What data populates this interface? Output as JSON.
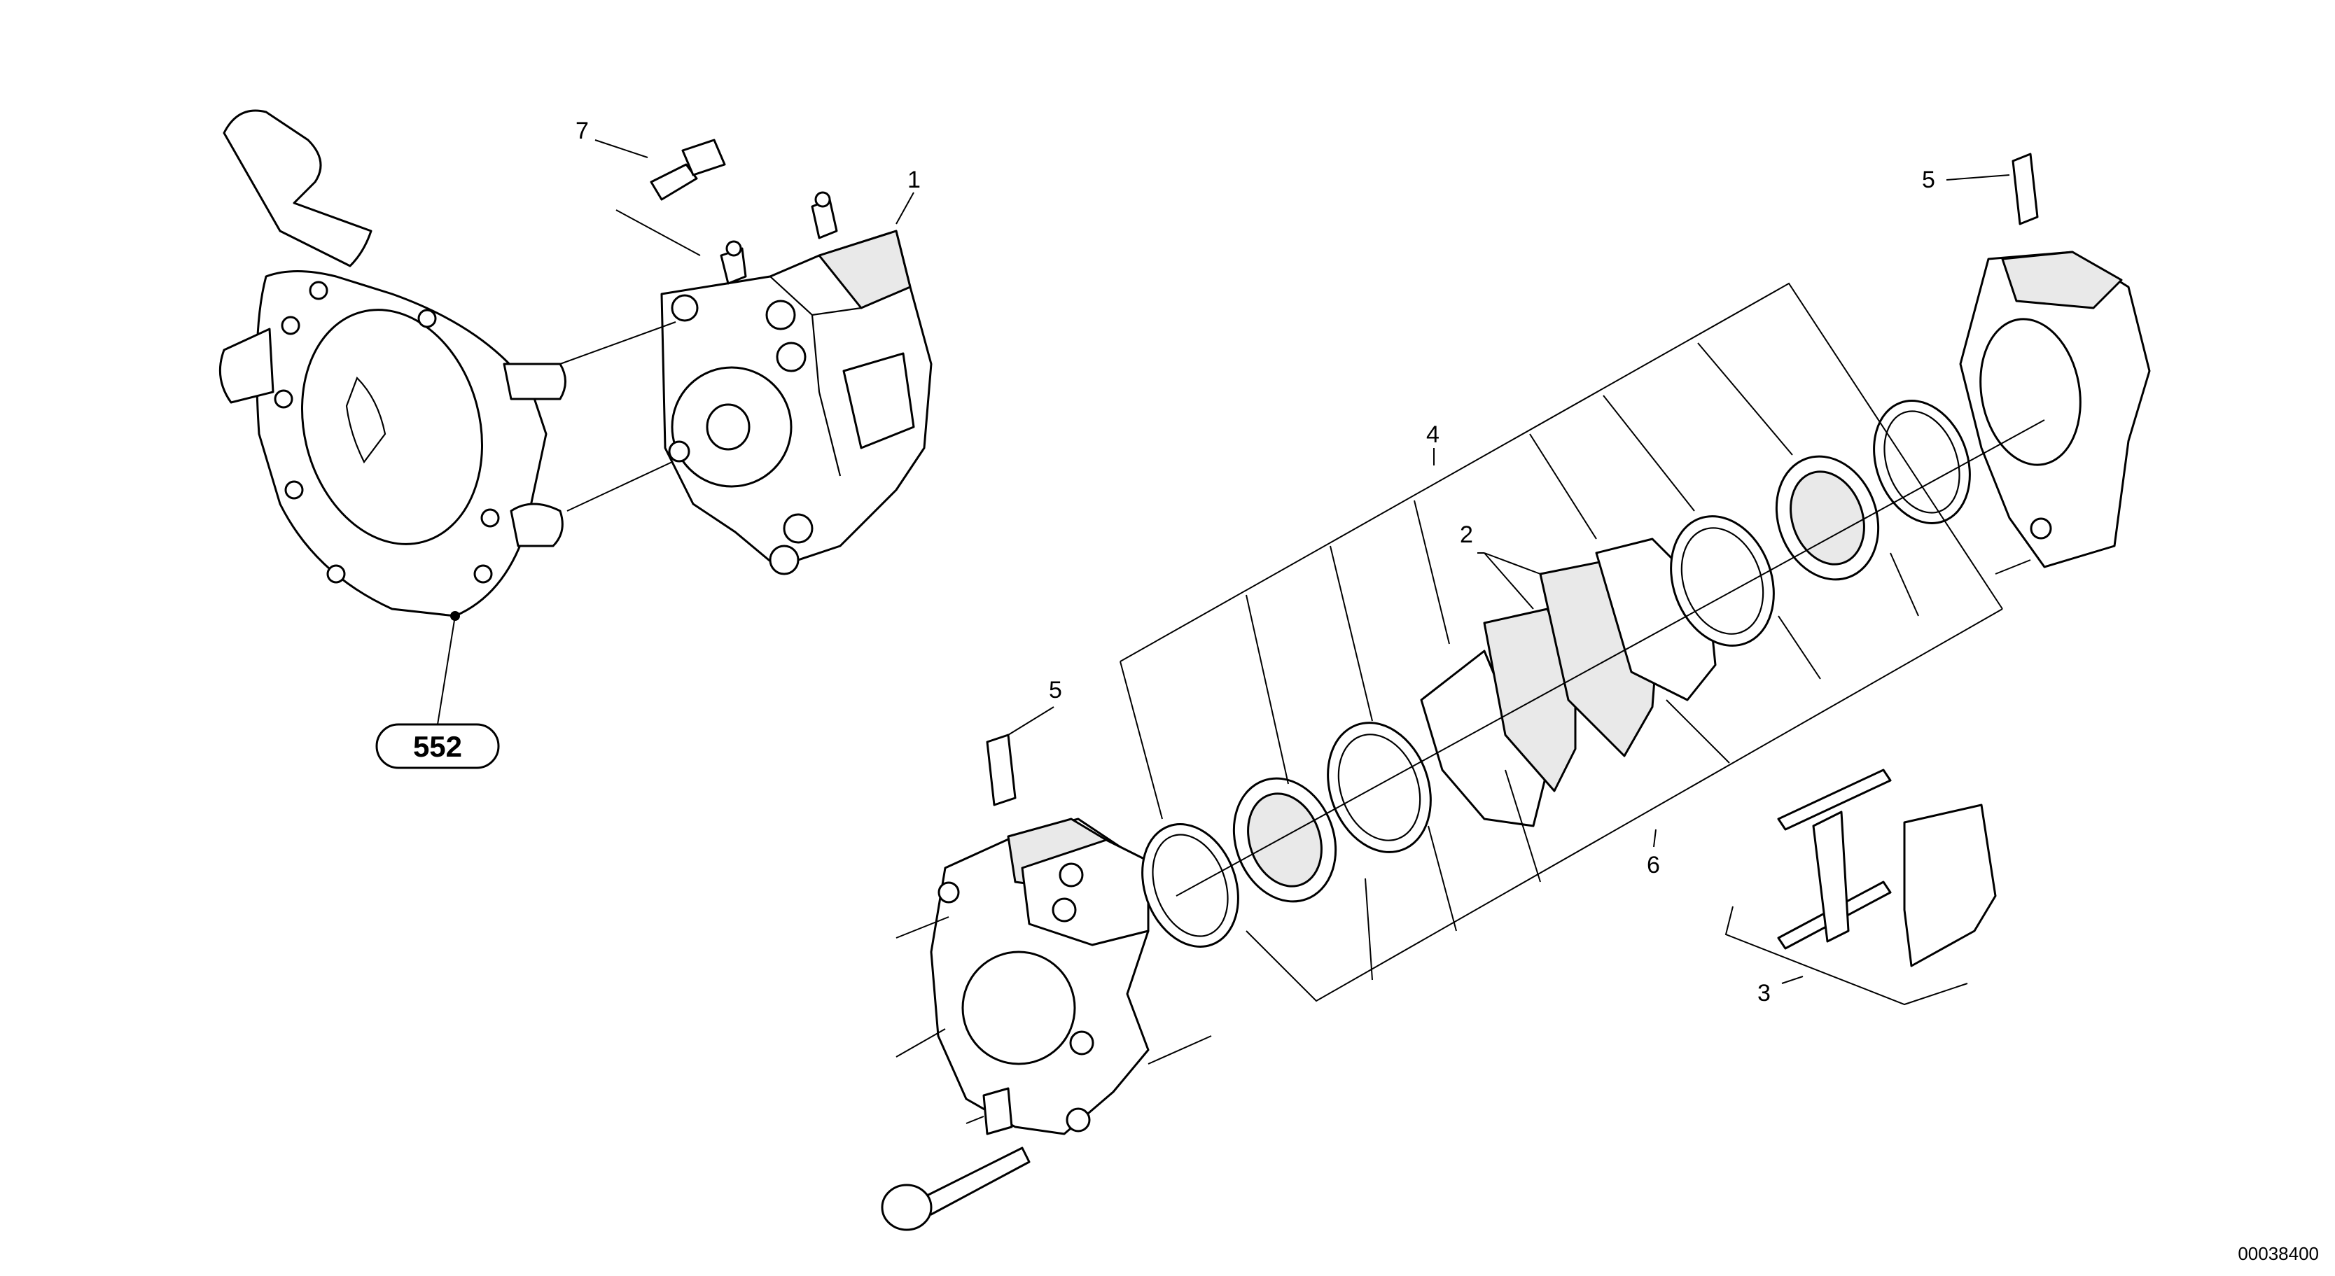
{
  "callouts": {
    "c1": "1",
    "c2": "2",
    "c3": "3",
    "c4": "4",
    "c5_top": "5",
    "c5_bottom": "5",
    "c6": "6",
    "c7": "7"
  },
  "reference_badge": "552",
  "drawing_number": "00038400"
}
